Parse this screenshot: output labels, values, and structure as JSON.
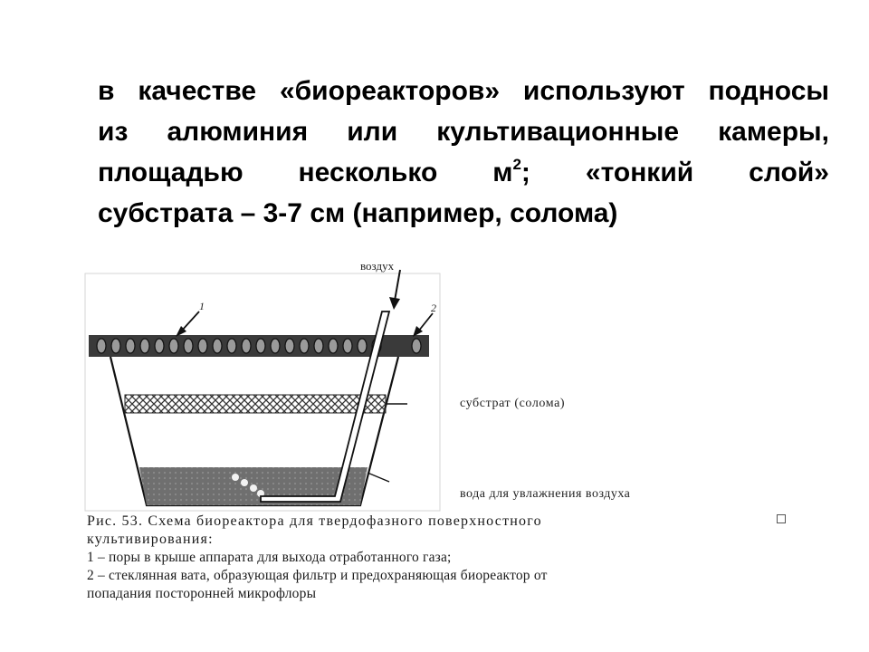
{
  "slide": {
    "lines": [
      "в качестве «биореакторов» используют подносы",
      "из алюминия или культивационные камеры,",
      "площадью несколько м",
      "субстрата – 3-7 см (например, солома)"
    ],
    "superscript": "2",
    "line3_tail": "; «тонкий слой»"
  },
  "diagram": {
    "label_air": "воздух",
    "label_1": "1",
    "label_2": "2",
    "label_substrate": "субстрат (солома)",
    "label_water": "вода для увлажнения воздуха"
  },
  "caption": {
    "head": "Рис. 53. Схема биореактора для твердофазного поверхностного",
    "head2": "культивирования:",
    "item1": "1 – поры в крыше аппарата для выхода отработанного газа;",
    "item2a": "2 – стеклянная вата, образующая фильтр и предохраняющая биореактор от",
    "item2b": "попадания посторонней микрофлоры"
  }
}
